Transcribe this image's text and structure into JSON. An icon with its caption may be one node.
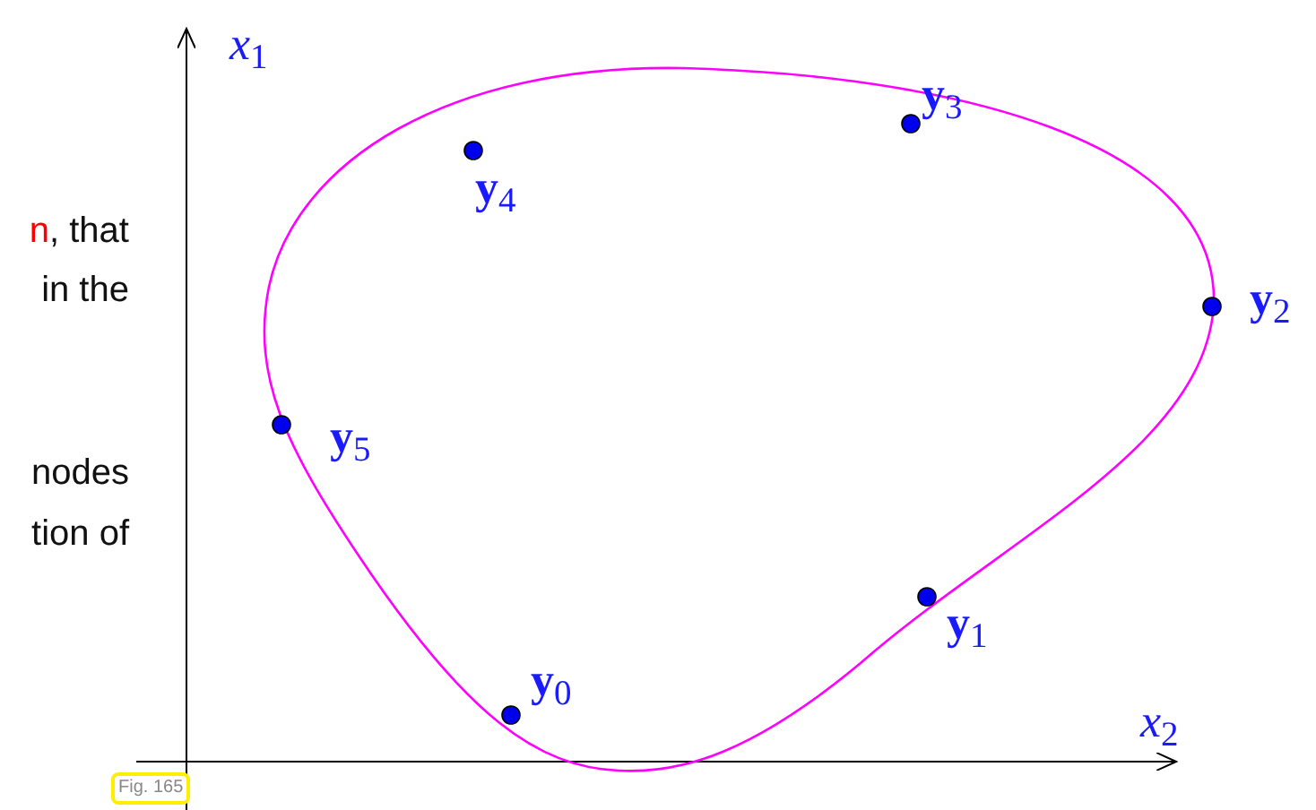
{
  "diagram": {
    "labels": [
      "*x*$_{1}$",
      "**y**$_{3}$",
      "**y**$_{4}$",
      "n",
      ", that",
      "in the",
      "**y**$_{2}$",
      "**y**$_{5}$",
      "nodes",
      "tion of",
      "**y**$_{1}$",
      "**y**$_{0}$",
      "*x*$_{2}$",
      "Fig. 165"
    ]
  }
}
